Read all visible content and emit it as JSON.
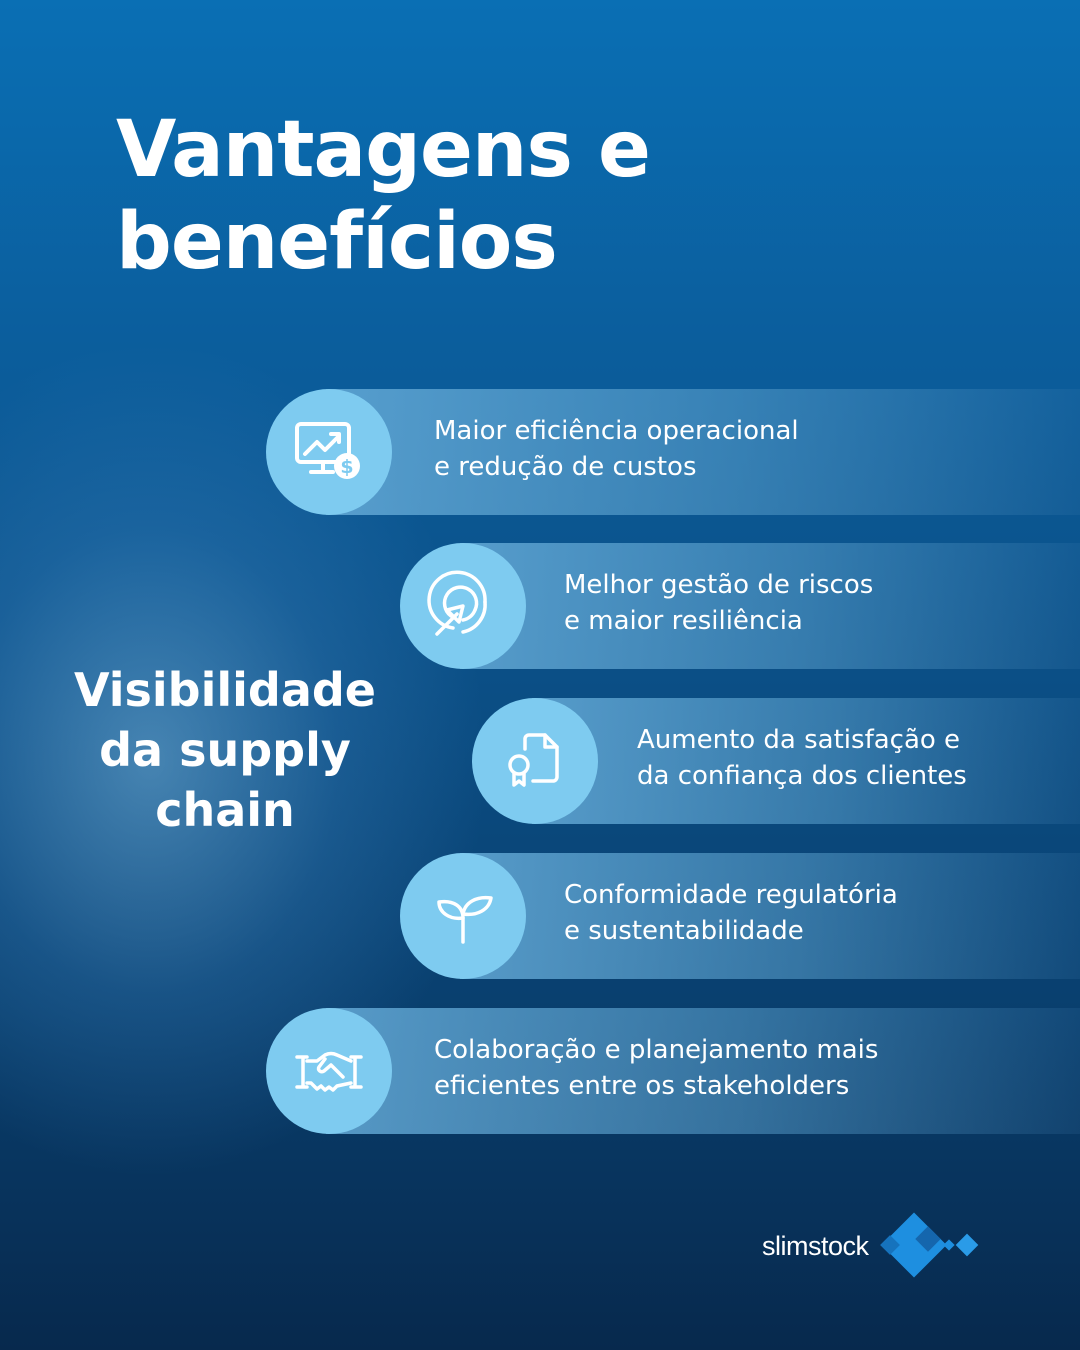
{
  "header": {
    "title_line1": "Vantagens e",
    "title_line2": "benefícios"
  },
  "side": {
    "line1": "Visibilidade",
    "line2": "da supply",
    "line3": "chain"
  },
  "items": [
    {
      "icon": "monitor-chart-dollar-icon",
      "line1": "Maior eficiência operacional",
      "line2": "e redução de custos"
    },
    {
      "icon": "target-cursor-icon",
      "line1": "Melhor gestão de riscos",
      "line2": "e maior resiliência"
    },
    {
      "icon": "certificate-document-icon",
      "line1": "Aumento da satisfação e",
      "line2": "da confiança dos clientes"
    },
    {
      "icon": "sprout-icon",
      "line1": "Conformidade regulatória",
      "line2": "e sustentabilidade"
    },
    {
      "icon": "handshake-icon",
      "line1": "Colaboração e planejamento mais",
      "line2": "eficientes entre os stakeholders"
    }
  ],
  "brand": {
    "name": "slimstock",
    "accent": "#1e8fe0",
    "circle_color": "#7ecbf0"
  }
}
